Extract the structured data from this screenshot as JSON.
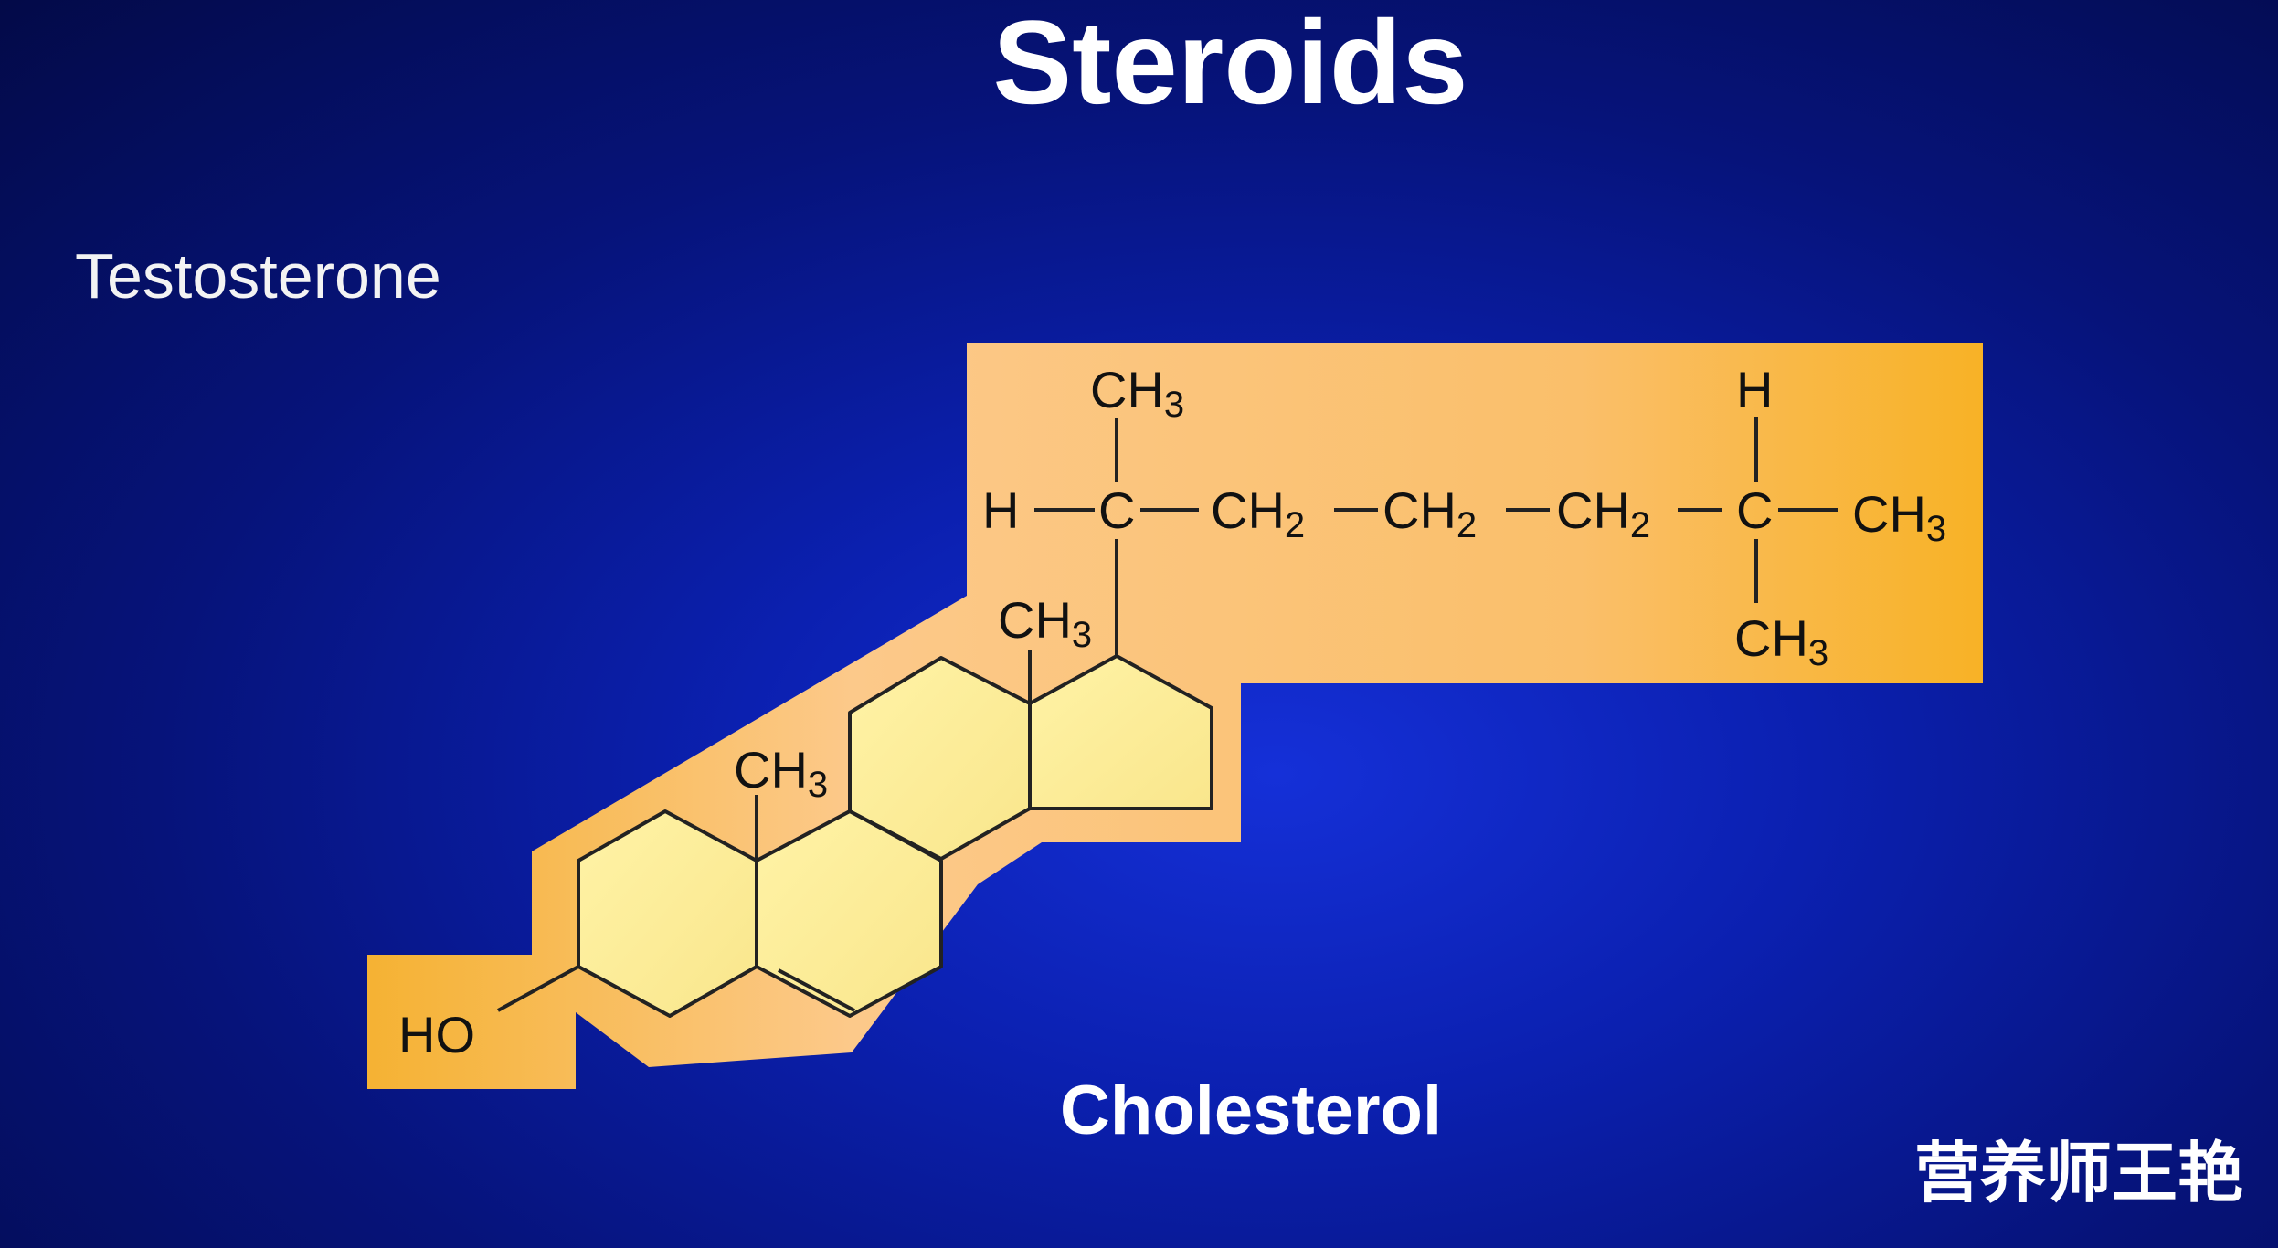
{
  "title": "Steroids",
  "subtitle": "Testosterone",
  "caption": "Cholesterol",
  "watermark": "营养师王艳",
  "structure": {
    "side_chain": [
      "H",
      "C",
      "CH2",
      "CH2",
      "CH2",
      "C",
      "CH3"
    ],
    "branch_top_left": "CH3",
    "branch_top_right": "H",
    "branch_bottom_right": "CH3",
    "ring_methyl_upper": "CH3",
    "ring_methyl_lower": "CH3",
    "hydroxyl": "HO"
  },
  "colors": {
    "background": "#0b20b0",
    "highlight": "#f5b840",
    "ring_fill": "#fbef9a",
    "text": "#ffffff"
  }
}
